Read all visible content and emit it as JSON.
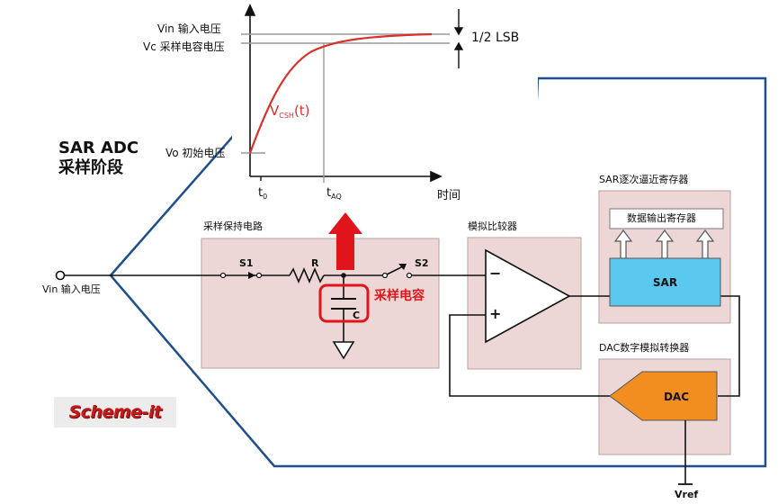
{
  "title": {
    "line1": "SAR ADC",
    "line2": "采样阶段"
  },
  "graph": {
    "vin_label": "Vin 输入电压",
    "vc_label": "Vc 采样电容电压",
    "vo_label": "Vo 初始电压",
    "lsb_label": "1/2 LSB",
    "curve_label_main": "V",
    "curve_label_sub": "CSH",
    "curve_label_tail": "(t)",
    "t0_main": "t",
    "t0_sub": "0",
    "taq_main": "t",
    "taq_sub": "AQ",
    "time_label": "时间"
  },
  "circuit": {
    "input_label": "Vin 输入电压",
    "sample_hold_title": "采样保持电路",
    "s1": "S1",
    "r": "R",
    "s2": "S2",
    "c": "C",
    "sampling_cap_label": "采样电容",
    "comparator_title": "模拟比较器",
    "minus": "−",
    "plus": "+",
    "sar_block_title": "SAR逐次逼近寄存器",
    "output_register": "数据输出寄存器",
    "sar": "SAR",
    "dac_block_title": "DAC数字模拟转换器",
    "dac": "DAC",
    "vref": "Vref"
  },
  "logo": {
    "text": "Scheme-it"
  },
  "colors": {
    "box_fill": "#ecd6d6",
    "accent_red": "#e0151b",
    "sar_blue": "#5bc8f0",
    "dac_orange": "#f28d1f",
    "outline_blue": "#1f4e8c",
    "curve_red": "#d9302a"
  }
}
